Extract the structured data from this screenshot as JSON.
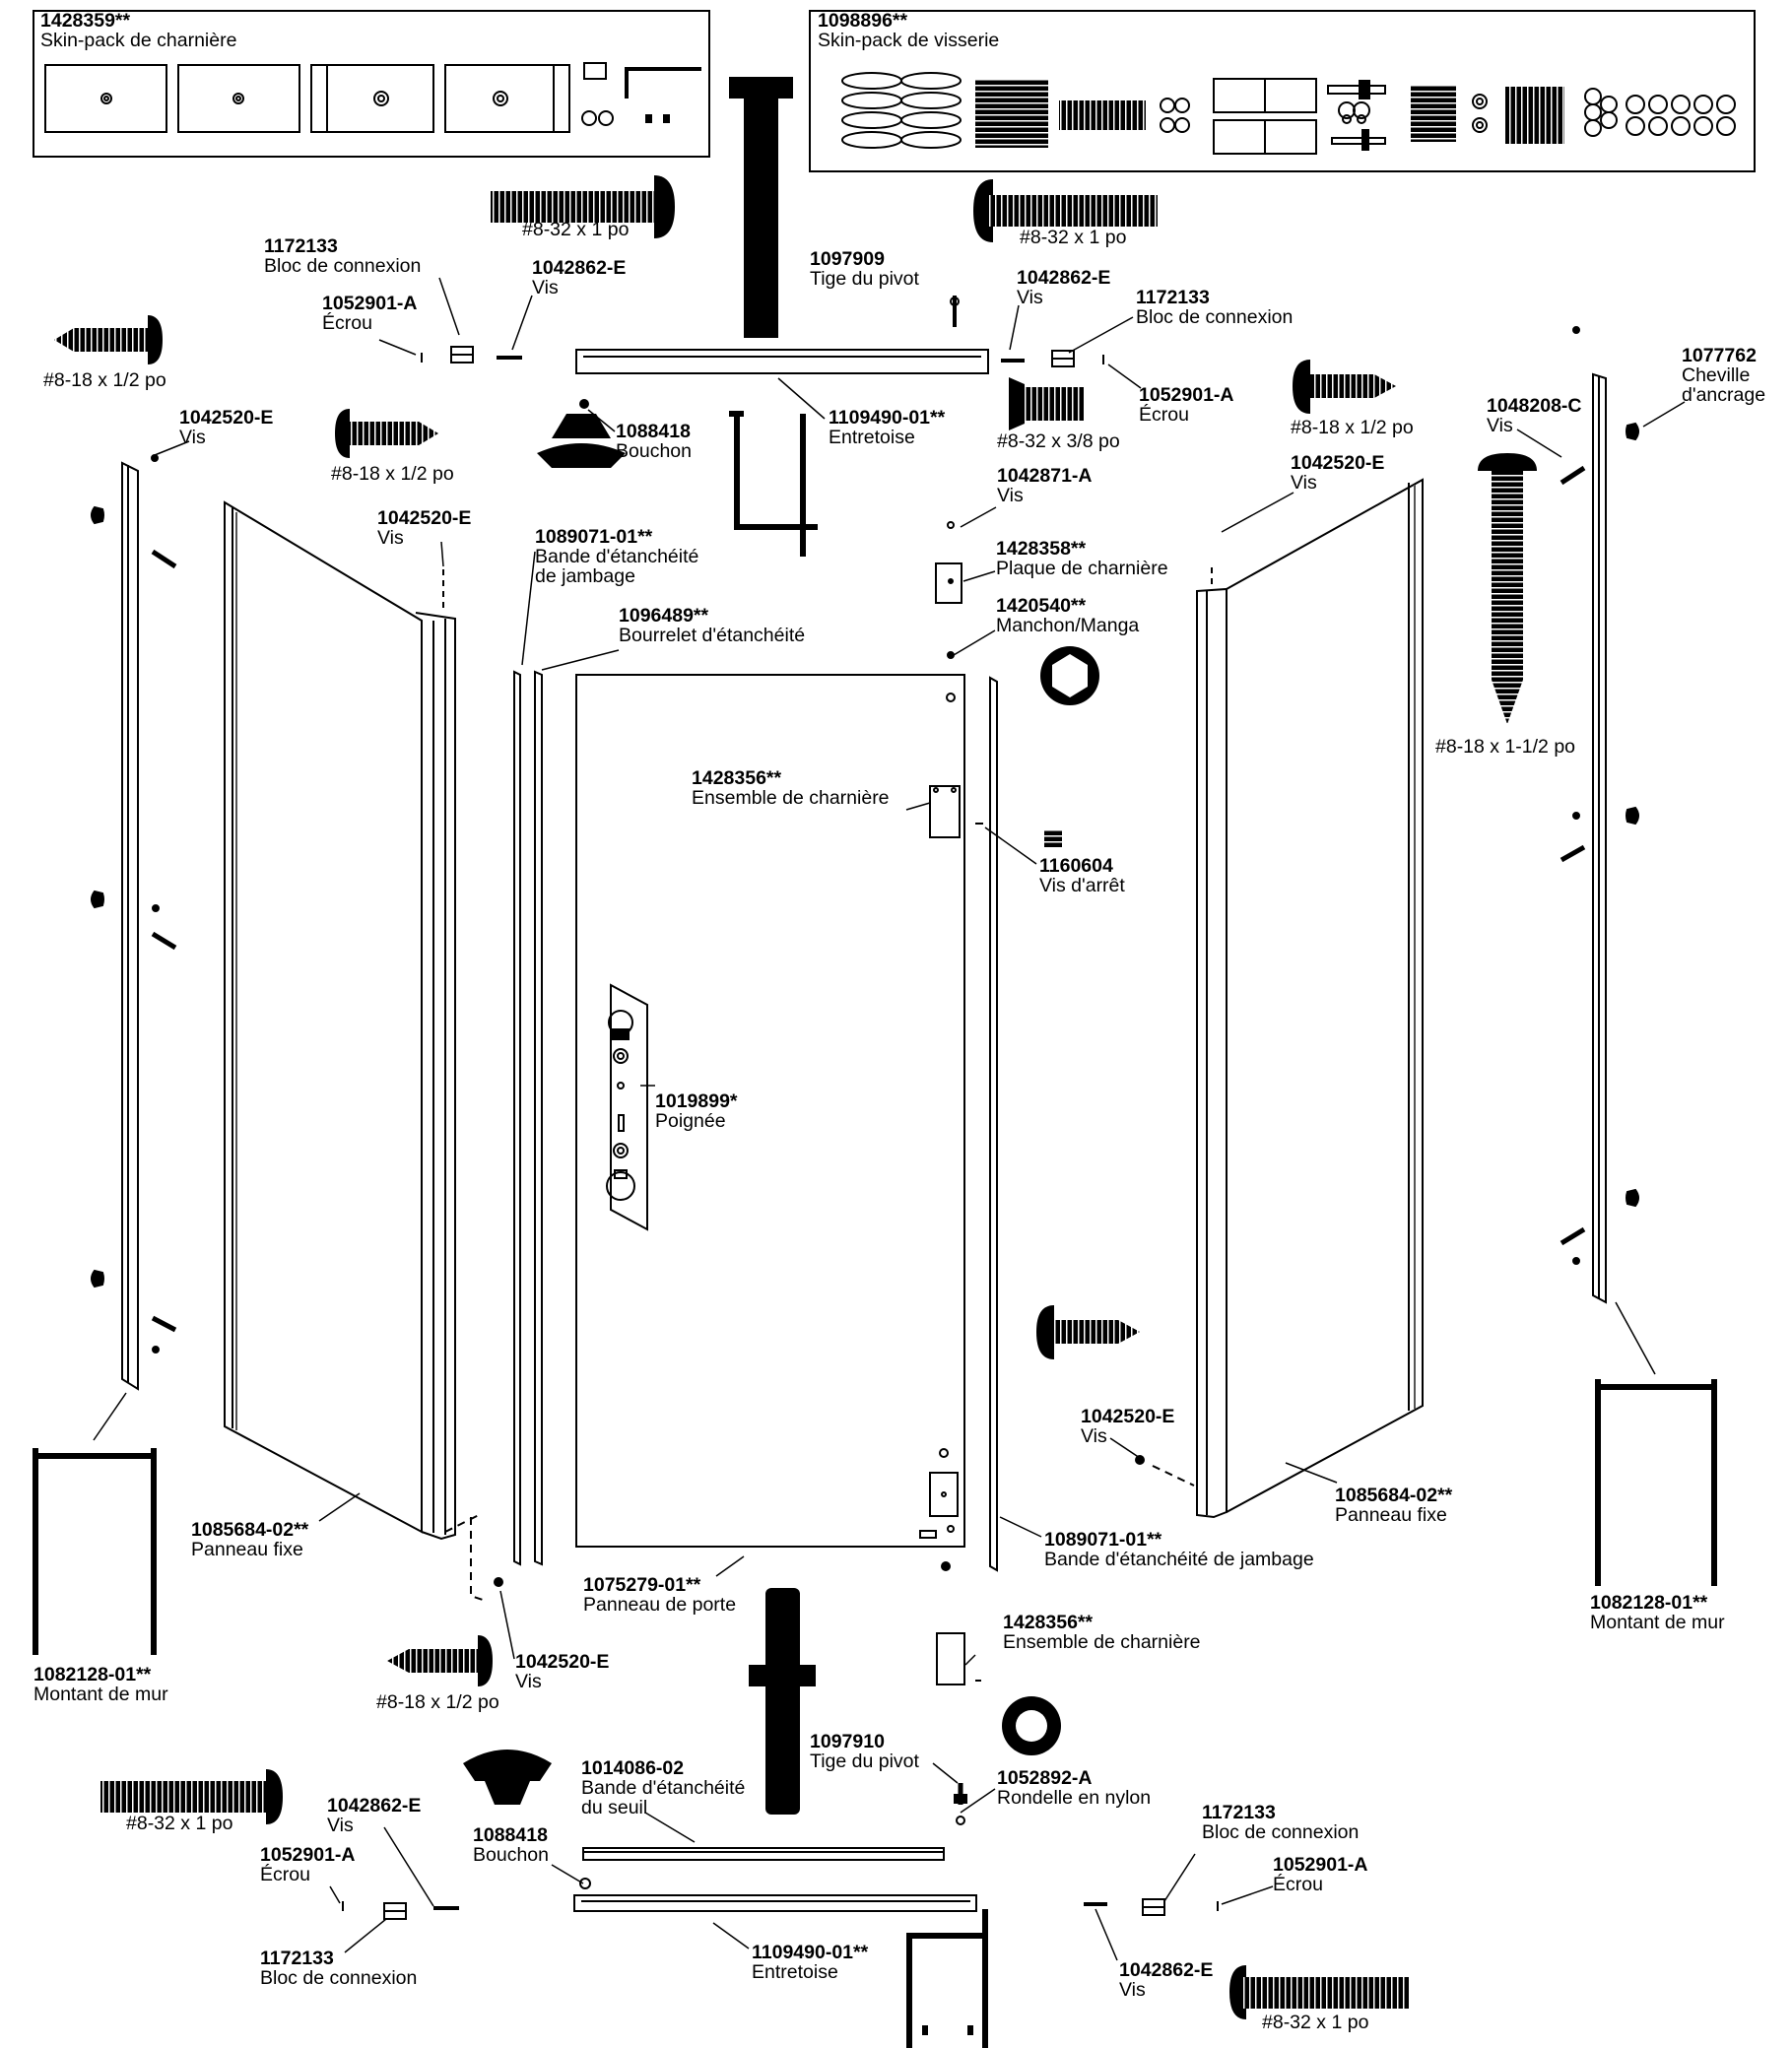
{
  "kits": {
    "hinge_pack": {
      "part": "1428359**",
      "name": "Skin-pack de charnière"
    },
    "hardware_pack": {
      "part": "1098896**",
      "name": "Skin-pack de visserie"
    }
  },
  "callouts": {
    "c1172133_top_left": {
      "part": "1172133",
      "name": "Bloc de connexion"
    },
    "c1042862_top_left": {
      "part": "1042862-E",
      "name": "Vis"
    },
    "c1052901_top_left": {
      "part": "1052901-A",
      "name": "Écrou"
    },
    "c1097909": {
      "part": "1097909",
      "name": "Tige du pivot"
    },
    "c1042862_top_right": {
      "part": "1042862-E",
      "name": "Vis"
    },
    "c1172133_top_right": {
      "part": "1172133",
      "name": "Bloc de connexion"
    },
    "c1052901_top_right": {
      "part": "1052901-A",
      "name": "Écrou"
    },
    "c1077762": {
      "part": "1077762",
      "name": "Cheville",
      "name2": "d'ancrage"
    },
    "c1048208": {
      "part": "1048208-C",
      "name": "Vis"
    },
    "c1042520_left": {
      "part": "1042520-E",
      "name": "Vis"
    },
    "c1088418_top": {
      "part": "1088418",
      "name": "Bouchon"
    },
    "c1109490_top": {
      "part": "1109490-01**",
      "name": "Entretoise"
    },
    "c1042871": {
      "part": "1042871-A",
      "name": "Vis"
    },
    "c1042520_right": {
      "part": "1042520-E",
      "name": "Vis"
    },
    "c1042520_mid": {
      "part": "1042520-E",
      "name": "Vis"
    },
    "c1089071_top": {
      "part": "1089071-01**",
      "name": "Bande d'étanchéité",
      "name2": "de jambage"
    },
    "c1428358": {
      "part": "1428358**",
      "name": "Plaque de charnière"
    },
    "c1096489": {
      "part": "1096489**",
      "name": "Bourrelet d'étanchéité"
    },
    "c1420540": {
      "part": "1420540**",
      "name": "Manchon/Manga"
    },
    "c1428356_top": {
      "part": "1428356**",
      "name": "Ensemble de charnière"
    },
    "c1160604": {
      "part": "1160604",
      "name": "Vis d'arrêt"
    },
    "c1019899": {
      "part": "1019899*",
      "name": "Poignée"
    },
    "c1042520_lower_right": {
      "part": "1042520-E",
      "name": "Vis"
    },
    "c1085684_right": {
      "part": "1085684-02**",
      "name": "Panneau fixe"
    },
    "c1085684_left": {
      "part": "1085684-02**",
      "name": "Panneau fixe"
    },
    "c1089071_bottom": {
      "part": "1089071-01**",
      "name": "Bande d'étanchéité de jambage"
    },
    "c1075279": {
      "part": "1075279-01**",
      "name": "Panneau de porte"
    },
    "c1082128_right": {
      "part": "1082128-01**",
      "name": "Montant de mur"
    },
    "c1428356_bottom": {
      "part": "1428356**",
      "name": "Ensemble de charnière"
    },
    "c1042520_bottom": {
      "part": "1042520-E",
      "name": "Vis"
    },
    "c1082128_left": {
      "part": "1082128-01**",
      "name": "Montant de mur"
    },
    "c1097910": {
      "part": "1097910",
      "name": "Tige du pivot"
    },
    "c1052892": {
      "part": "1052892-A",
      "name": "Rondelle en nylon"
    },
    "c1014086": {
      "part": "1014086-02",
      "name": "Bande d'étanchéité",
      "name2": "du seuil"
    },
    "c1042862_bottom_left": {
      "part": "1042862-E",
      "name": "Vis"
    },
    "c1052901_bottom_left": {
      "part": "1052901-A",
      "name": "Écrou"
    },
    "c1088418_bottom": {
      "part": "1088418",
      "name": "Bouchon"
    },
    "c1172133_bottom_right": {
      "part": "1172133",
      "name": "Bloc de connexion"
    },
    "c1052901_bottom_right": {
      "part": "1052901-A",
      "name": "Écrou"
    },
    "c1172133_bottom_left": {
      "part": "1172133",
      "name": "Bloc de connexion"
    },
    "c1109490_bottom": {
      "part": "1109490-01**",
      "name": "Entretoise"
    },
    "c1042862_bottom_right": {
      "part": "1042862-E",
      "name": "Vis"
    }
  },
  "screw_sizes": {
    "s_top_center_left": "#8-32 x 1 po",
    "s_top_center_right": "#8-32 x 1 po",
    "s_top_left": "#8-18 x 1/2 po",
    "s_mid_left": "#8-18 x 1/2 po",
    "s_countersunk": "#8-32 x 3/8 po",
    "s_top_right": "#8-18 x 1/2 po",
    "s_long": "#8-18 x 1-1/2 po",
    "s_bottom_mid": "#8-18 x 1/2 po",
    "s_bottom_left": "#8-32 x 1 po",
    "s_bottom_right": "#8-32 x 1 po"
  },
  "colors": {
    "ink": "#000000",
    "paper": "#ffffff",
    "panel_edge": "#555555"
  }
}
